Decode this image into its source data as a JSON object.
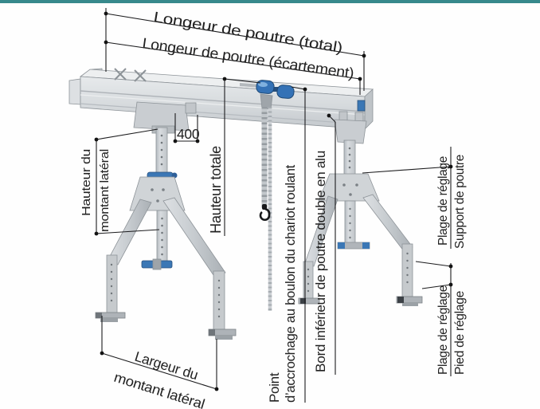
{
  "page": {
    "language": "fr",
    "background": "#ffffff",
    "accent_bar_color": "#37898c"
  },
  "diagram": {
    "subject": "Portique en aluminium avec poutre double, chariot roulant et palan à chaîne — schéma coté",
    "labels": {
      "beam_length_total": "Longeur de poutre (total)",
      "beam_length_spacing": "Longeur de poutre (écartement)",
      "offset_400": "400",
      "side_post_height_line1": "Hauteur du",
      "side_post_height_line2": "montant latéral",
      "total_height": "Hauteur totale",
      "attach_point_line1": "Point",
      "attach_point_line2": "d’accrochage au boulon du chariot roulant",
      "beam_bottom_edge": "Bord inférieur de poutre double en alu",
      "adjustment_range_upper": "Plage de réglage",
      "beam_support": "Support de poutre",
      "adjustment_range_lower": "Plage de réglage",
      "adjustment_foot": "Pied de réglage",
      "side_post_width_line1": "Largeur du",
      "side_post_width_line2": "montant latéral"
    },
    "colors": {
      "dimension_ink": "#1c1c1e",
      "structure_light": "#e8eaec",
      "structure_mid": "#c9cdd1",
      "structure_outline": "#8d9398",
      "accessory_blue": "#3b77b5",
      "accessory_blue_dark": "#28507c"
    },
    "visible_parts": [
      "poutre double en alu",
      "chariot roulant",
      "palan à chaîne avec crochet",
      "montant latéral gauche",
      "montant latéral droit",
      "pieds de réglage"
    ]
  }
}
